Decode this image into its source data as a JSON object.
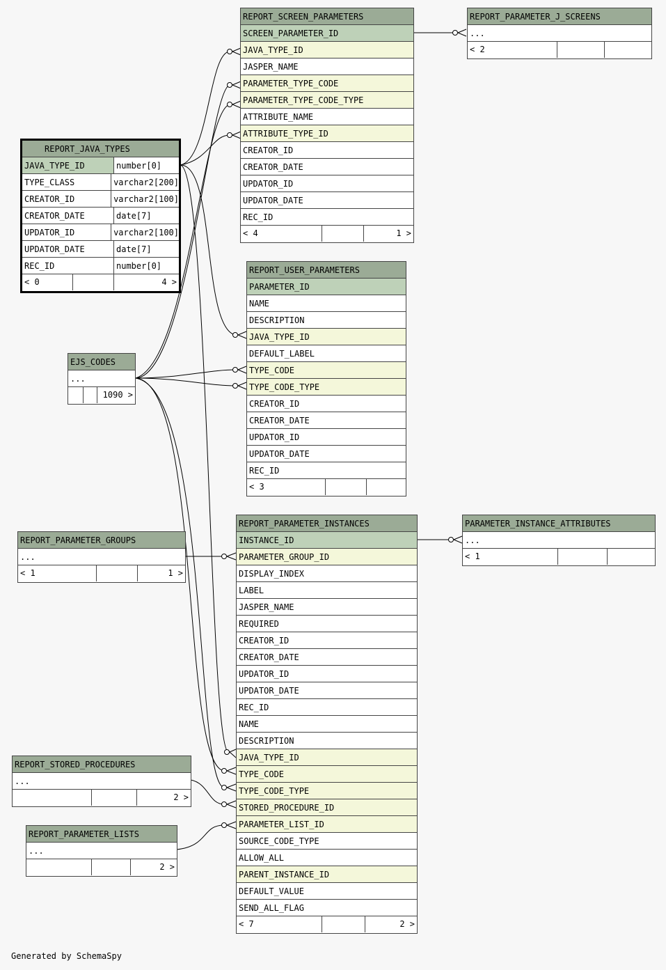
{
  "tables": {
    "report_screen_parameters": {
      "name": "REPORT_SCREEN_PARAMETERS",
      "columns": [
        "SCREEN_PARAMETER_ID",
        "JAVA_TYPE_ID",
        "JASPER_NAME",
        "PARAMETER_TYPE_CODE",
        "PARAMETER_TYPE_CODE_TYPE",
        "ATTRIBUTE_NAME",
        "ATTRIBUTE_TYPE_ID",
        "CREATOR_ID",
        "CREATOR_DATE",
        "UPDATOR_ID",
        "UPDATOR_DATE",
        "REC_ID"
      ],
      "footer": {
        "left": "< 4",
        "mid": "",
        "right": "1 >"
      }
    },
    "report_parameter_j_screens": {
      "name": "REPORT_PARAMETER_J_SCREENS",
      "columns": [
        "..."
      ],
      "footer": {
        "left": "< 2",
        "mid": "",
        "right": ""
      }
    },
    "report_java_types": {
      "name": "REPORT_JAVA_TYPES",
      "columns": [
        {
          "name": "JAVA_TYPE_ID",
          "type": "number[0]"
        },
        {
          "name": "TYPE_CLASS",
          "type": "varchar2[200]"
        },
        {
          "name": "CREATOR_ID",
          "type": "varchar2[100]"
        },
        {
          "name": "CREATOR_DATE",
          "type": "date[7]"
        },
        {
          "name": "UPDATOR_ID",
          "type": "varchar2[100]"
        },
        {
          "name": "UPDATOR_DATE",
          "type": "date[7]"
        },
        {
          "name": "REC_ID",
          "type": "number[0]"
        }
      ],
      "footer": {
        "left": "< 0",
        "mid": "",
        "right": "4 >"
      }
    },
    "report_user_parameters": {
      "name": "REPORT_USER_PARAMETERS",
      "columns": [
        "PARAMETER_ID",
        "NAME",
        "DESCRIPTION",
        "JAVA_TYPE_ID",
        "DEFAULT_LABEL",
        "TYPE_CODE",
        "TYPE_CODE_TYPE",
        "CREATOR_ID",
        "CREATOR_DATE",
        "UPDATOR_ID",
        "UPDATOR_DATE",
        "REC_ID"
      ],
      "footer": {
        "left": "< 3",
        "mid": "",
        "right": ""
      }
    },
    "ejs_codes": {
      "name": "EJS_CODES",
      "columns": [
        "..."
      ],
      "footer": {
        "left": "",
        "mid": "",
        "right": "1090 >"
      }
    },
    "report_parameter_groups": {
      "name": "REPORT_PARAMETER_GROUPS",
      "columns": [
        "..."
      ],
      "footer": {
        "left": "< 1",
        "mid": "",
        "right": "1 >"
      }
    },
    "report_parameter_instances": {
      "name": "REPORT_PARAMETER_INSTANCES",
      "columns": [
        "INSTANCE_ID",
        "PARAMETER_GROUP_ID",
        "DISPLAY_INDEX",
        "LABEL",
        "JASPER_NAME",
        "REQUIRED",
        "CREATOR_ID",
        "CREATOR_DATE",
        "UPDATOR_ID",
        "UPDATOR_DATE",
        "REC_ID",
        "NAME",
        "DESCRIPTION",
        "JAVA_TYPE_ID",
        "TYPE_CODE",
        "TYPE_CODE_TYPE",
        "STORED_PROCEDURE_ID",
        "PARAMETER_LIST_ID",
        "SOURCE_CODE_TYPE",
        "ALLOW_ALL",
        "PARENT_INSTANCE_ID",
        "DEFAULT_VALUE",
        "SEND_ALL_FLAG"
      ],
      "footer": {
        "left": "< 7",
        "mid": "",
        "right": "2 >"
      }
    },
    "parameter_instance_attributes": {
      "name": "PARAMETER_INSTANCE_ATTRIBUTES",
      "columns": [
        "..."
      ],
      "footer": {
        "left": "< 1",
        "mid": "",
        "right": ""
      }
    },
    "report_stored_procedures": {
      "name": "REPORT_STORED_PROCEDURES",
      "columns": [
        "..."
      ],
      "footer": {
        "left": "",
        "mid": "",
        "right": "2 >"
      }
    },
    "report_parameter_lists": {
      "name": "REPORT_PARAMETER_LISTS",
      "columns": [
        "..."
      ],
      "footer": {
        "left": "",
        "mid": "",
        "right": "2 >"
      }
    }
  },
  "colors": {
    "header": "#9bab96",
    "primary_key": "#bed1b8",
    "foreign_key": "#f4f7da",
    "row": "#ffffff",
    "background": "#f7f7f7"
  },
  "footer_note": "Generated by SchemaSpy"
}
